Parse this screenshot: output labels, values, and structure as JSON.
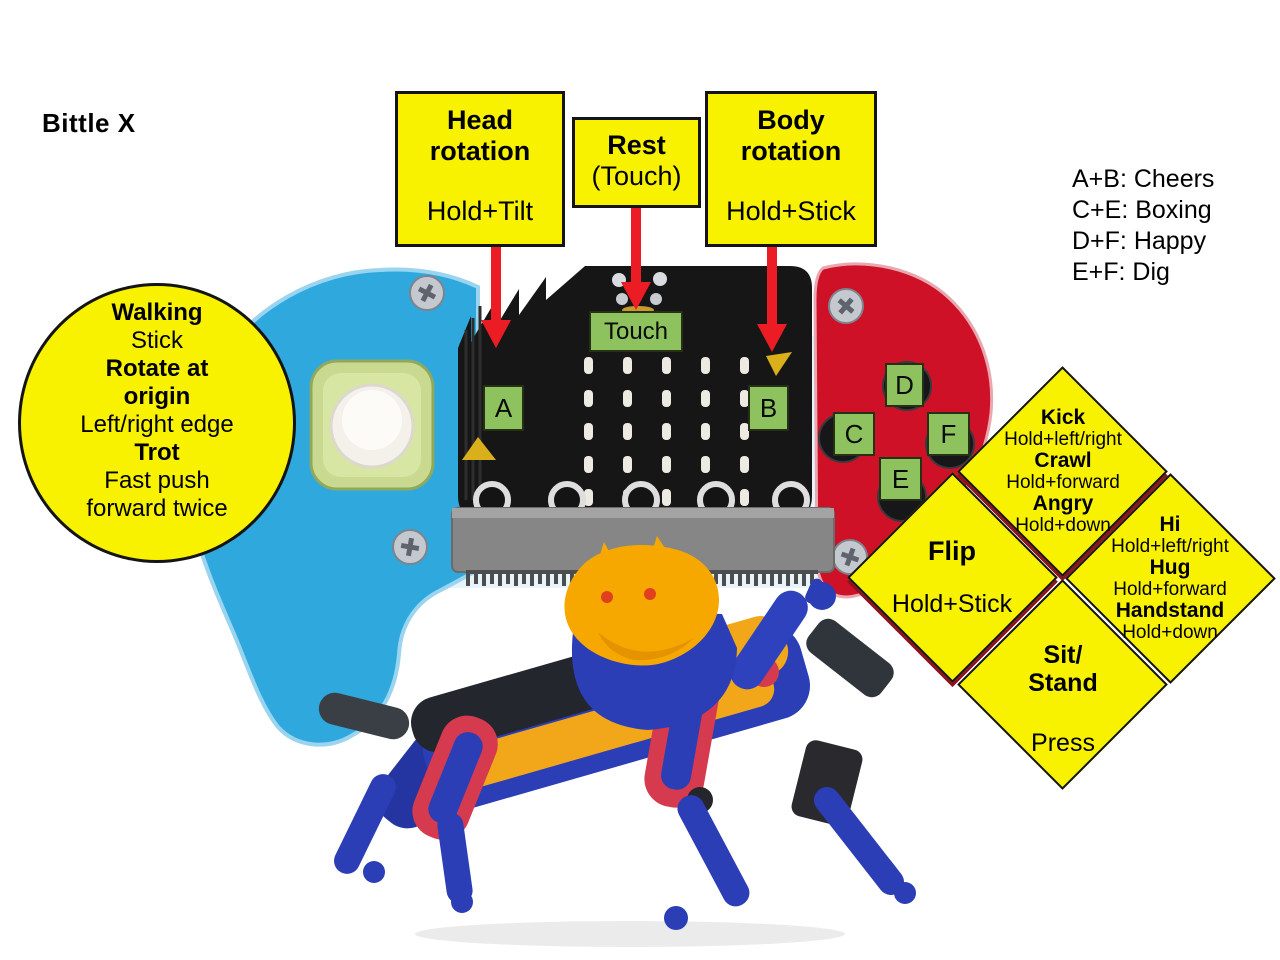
{
  "title": "Bittle X",
  "callouts": {
    "head_rotation": {
      "title": "Head rotation",
      "action": "Hold+Tilt"
    },
    "rest": {
      "title": "Rest",
      "subtitle": "(Touch)"
    },
    "body_rotation": {
      "title": "Body rotation",
      "action": "Hold+Stick"
    }
  },
  "combos": {
    "lines": [
      "A+B: Cheers",
      "C+E: Boxing",
      "D+F: Happy",
      "E+F: Dig"
    ]
  },
  "walking_circle": {
    "lines": [
      {
        "text": "Walking",
        "bold": true
      },
      {
        "text": "Stick",
        "bold": false
      },
      {
        "text": "Rotate at",
        "bold": true
      },
      {
        "text": "origin",
        "bold": true
      },
      {
        "text": "Left/right edge",
        "bold": false
      },
      {
        "text": "Trot",
        "bold": true
      },
      {
        "text": "Fast push",
        "bold": false
      },
      {
        "text": "forward twice",
        "bold": false
      }
    ]
  },
  "buttons": {
    "touch": "Touch",
    "a": "A",
    "b": "B",
    "c": "C",
    "d": "D",
    "e": "E",
    "f": "F"
  },
  "diamonds": {
    "top": [
      {
        "text": "Kick",
        "bold": true
      },
      {
        "text": "Hold+left/right",
        "bold": false
      },
      {
        "text": "Crawl",
        "bold": true
      },
      {
        "text": "Hold+forward",
        "bold": false
      },
      {
        "text": "Angry",
        "bold": true
      },
      {
        "text": "Hold+down",
        "bold": false
      }
    ],
    "left": [
      {
        "text": "Flip",
        "bold": true
      },
      {
        "text": "Hold+Stick",
        "bold": false
      }
    ],
    "right": [
      {
        "text": "Hi",
        "bold": true
      },
      {
        "text": "Hold+left/right",
        "bold": false
      },
      {
        "text": "Hug",
        "bold": true
      },
      {
        "text": "Hold+forward",
        "bold": false
      },
      {
        "text": "Handstand",
        "bold": true
      },
      {
        "text": "Hold+down",
        "bold": false
      }
    ],
    "bottom": [
      {
        "text": "Sit/",
        "bold": true
      },
      {
        "text": "Stand",
        "bold": true
      },
      {
        "text": "Press",
        "bold": false
      }
    ]
  },
  "colors": {
    "callout_yellow": "#F8F200",
    "label_green": "#8DC25E",
    "arrow_red": "#EB1C24",
    "grip_blue": "#2FA8DD",
    "grip_red": "#CE1126",
    "board_black": "#161616",
    "robot_blue": "#2B3EB5",
    "robot_yellow": "#F7A800",
    "robot_red": "#D63A4E"
  }
}
